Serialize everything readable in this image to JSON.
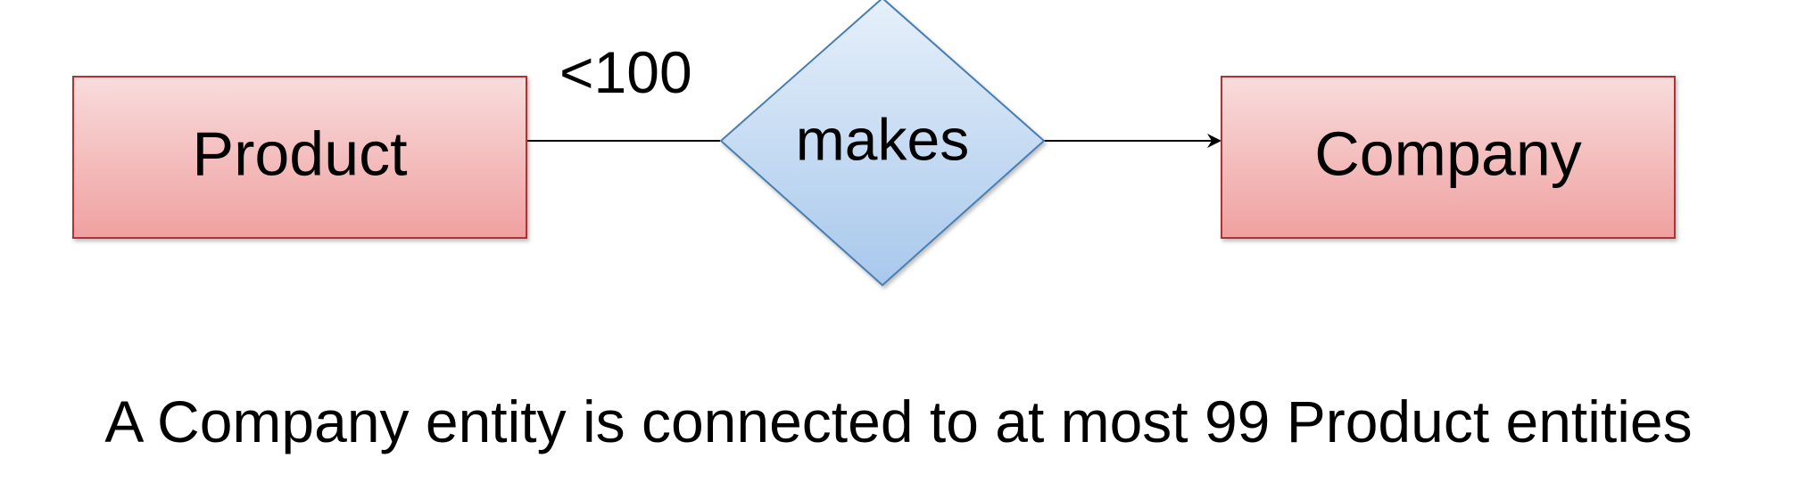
{
  "diagram": {
    "entities": [
      {
        "id": "product",
        "label": "Product"
      },
      {
        "id": "company",
        "label": "Company"
      }
    ],
    "relationship": {
      "id": "makes",
      "label": "makes",
      "from": "product",
      "to": "company",
      "arrow_at": "company"
    },
    "cardinality": {
      "label": "<100",
      "near": "product"
    },
    "colors": {
      "entity_fill_top": "#f8dcdc",
      "entity_fill_bottom": "#f0a0a0",
      "entity_stroke": "#b03030",
      "relationship_fill_top": "#e6f0fa",
      "relationship_fill_bottom": "#a8c8ec",
      "relationship_stroke": "#4a7fb0",
      "line": "#000000"
    }
  },
  "caption": "A Company entity is connected to at most 99 Product entities"
}
